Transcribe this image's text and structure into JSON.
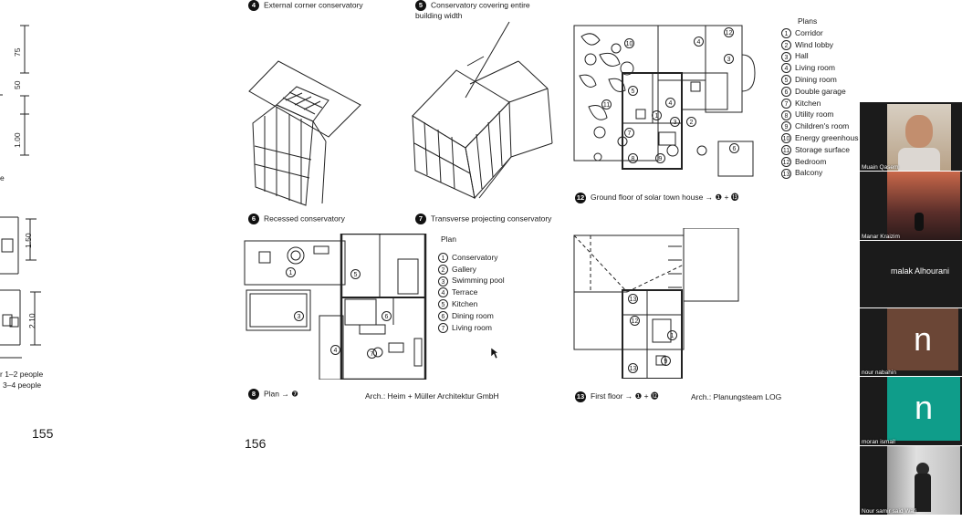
{
  "page_left": {
    "page_number": "155",
    "dims": {
      "d75": "75",
      "d100": "1.00",
      "d50": "50",
      "d150": "1.50",
      "d210": "2.10"
    },
    "frag_e": "e",
    "note1": "r 1–2 people",
    "note2": "3–4 people"
  },
  "page_right": {
    "page_number": "156",
    "figures": [
      {
        "num": "4",
        "caption": "External corner conservatory"
      },
      {
        "num": "5",
        "caption": "Conservatory covering entire building width"
      },
      {
        "num": "6",
        "caption": "Recessed conservatory"
      },
      {
        "num": "7",
        "caption": "Transverse projecting conservatory"
      },
      {
        "num": "8",
        "caption": "Plan → ❼"
      },
      {
        "num": "12",
        "caption": "Ground floor of solar town house → ❶ + ⓭"
      },
      {
        "num": "13",
        "caption": "First floor → ❶ + ⓬"
      }
    ],
    "arch1": "Arch.: Heim + Müller Architektur GmbH",
    "arch2": "Arch.: Planungsteam LOG",
    "plan_legend": {
      "title": "Plan",
      "items": [
        {
          "n": "1",
          "label": "Conservatory"
        },
        {
          "n": "2",
          "label": "Gallery"
        },
        {
          "n": "3",
          "label": "Swimming pool"
        },
        {
          "n": "4",
          "label": "Terrace"
        },
        {
          "n": "5",
          "label": "Kitchen"
        },
        {
          "n": "6",
          "label": "Dining room"
        },
        {
          "n": "7",
          "label": "Living room"
        }
      ]
    },
    "plans_legend": {
      "title": "Plans",
      "items": [
        {
          "n": "1",
          "label": "Corridor"
        },
        {
          "n": "2",
          "label": "Wind lobby"
        },
        {
          "n": "3",
          "label": "Hall"
        },
        {
          "n": "4",
          "label": "Living room"
        },
        {
          "n": "5",
          "label": "Dining room"
        },
        {
          "n": "6",
          "label": "Double garage"
        },
        {
          "n": "7",
          "label": "Kitchen"
        },
        {
          "n": "8",
          "label": "Utility room"
        },
        {
          "n": "9",
          "label": "Children's room"
        },
        {
          "n": "10",
          "label": "Energy greenhous"
        },
        {
          "n": "11",
          "label": "Storage surface"
        },
        {
          "n": "12",
          "label": "Bedroom"
        },
        {
          "n": "13",
          "label": "Balcony"
        }
      ]
    }
  },
  "participants": [
    {
      "name": "Muain Qasem",
      "type": "video",
      "bg": "#c9b39a"
    },
    {
      "name": "Manar Kraizim",
      "type": "video",
      "bg": "#7a4a3a"
    },
    {
      "name": "malak Alhourani",
      "type": "name_only",
      "bg": "#1b1b1b"
    },
    {
      "name": "nour nabahin",
      "type": "avatar",
      "letter": "n",
      "bg": "#6b4636"
    },
    {
      "name": "moran ismail",
      "type": "avatar",
      "letter": "n",
      "bg": "#0f9d8a"
    },
    {
      "name": "Nour samir said Wafi",
      "type": "video",
      "bg": "#c7c7c7"
    }
  ]
}
